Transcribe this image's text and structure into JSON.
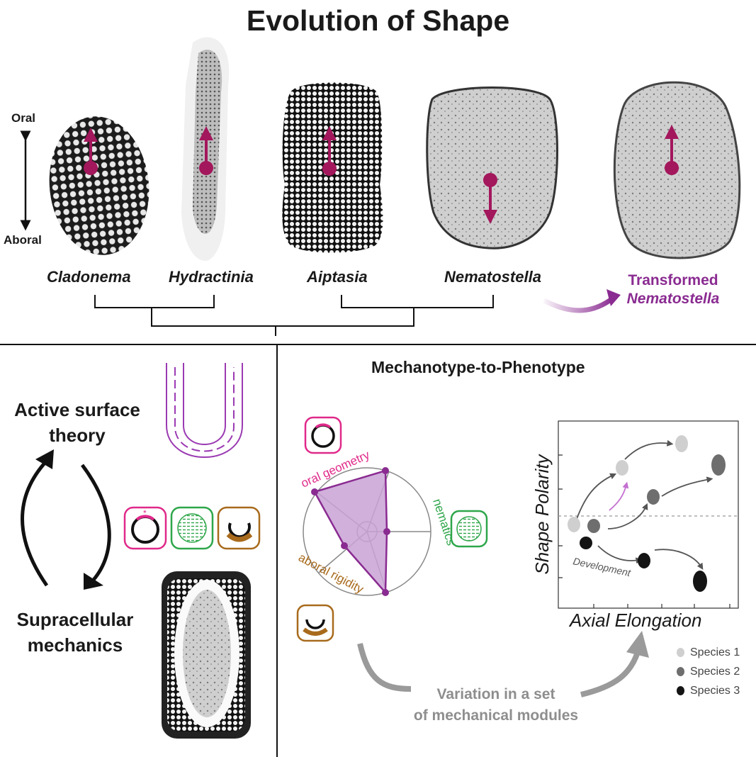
{
  "title": "Evolution of Shape",
  "axis": {
    "top": "Oral",
    "bottom": "Aboral"
  },
  "species": [
    "Cladonema",
    "Hydractinia",
    "Aiptasia",
    "Nematostella"
  ],
  "transformed": {
    "line1": "Transformed",
    "line2": "Nematostella"
  },
  "left_panel": {
    "theory_line1": "Active surface",
    "theory_line2": "theory",
    "mech_line1": "Supracellular",
    "mech_line2": "mechanics"
  },
  "right_panel": {
    "heading": "Mechanotype-to-Phenotype",
    "radar_labels": {
      "oral": "oral geometry",
      "nematics": "nematics",
      "aboral": "aboral rigidity"
    },
    "variation_line1": "Variation in a set",
    "variation_line2": "of mechanical modules"
  },
  "plot": {
    "ylabel": "Shape Polarity",
    "xlabel": "Axial Elongation",
    "annotation": "Development",
    "legend": [
      {
        "label": "Species 1",
        "color": "#cfcfcf"
      },
      {
        "label": "Species 2",
        "color": "#6e6e6e"
      },
      {
        "label": "Species 3",
        "color": "#141414"
      }
    ]
  },
  "colors": {
    "magenta": "#a3175c",
    "pink": "#e0298a",
    "purple": "#8a2b91",
    "green": "#2ea64a",
    "brown": "#a86a1c"
  }
}
